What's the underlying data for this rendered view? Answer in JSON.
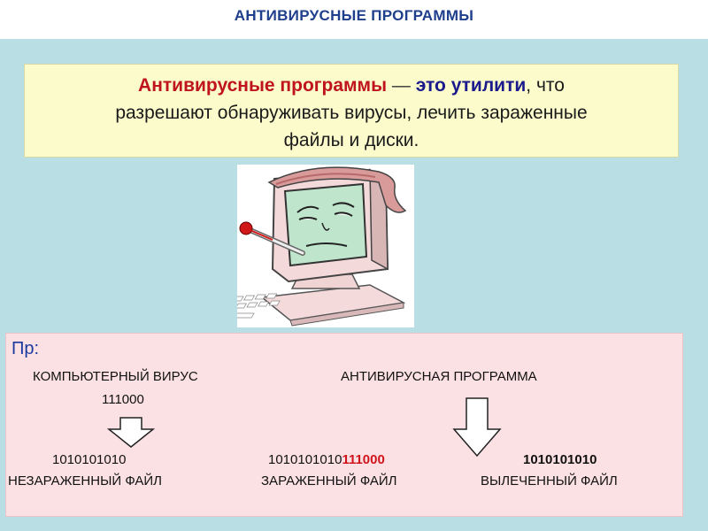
{
  "title": "АНТИВИРУСНЫЕ ПРОГРАММЫ",
  "definition": {
    "part_red": "Антивирусные программы",
    "dash": " — ",
    "part_blue": "это утилити",
    "rest_line1": ", что",
    "line2": "разрешают обнаруживать вирусы, лечить зараженные",
    "line3": "файлы и диски."
  },
  "illustration": {
    "icon": "sick-computer-icon"
  },
  "example": {
    "label": "Пр:",
    "virus_heading": "КОМПЬЮТЕРНЫЙ ВИРУС",
    "virus_code": "111000",
    "antivirus_heading": "АНТИВИРУСНАЯ ПРОГРАММА",
    "clean_code": "1010101010",
    "clean_label": "НЕЗАРАЖЕННЫЙ ФАЙЛ",
    "infected_code_base": "1010101010",
    "infected_code_virus": "111000",
    "infected_label": "ЗАРАЖЕННЫЙ ФАЙЛ",
    "cured_code": "1010101010",
    "cured_label": "ВЫЛЕЧЕННЫЙ ФАЙЛ"
  },
  "colors": {
    "title": "#1f3f8c",
    "panel": "#b9dfe4",
    "definition_bg": "#fbfbcc",
    "example_bg": "#fbe1e4",
    "accent_red": "#c0141c",
    "accent_blue": "#1a1a8c"
  }
}
